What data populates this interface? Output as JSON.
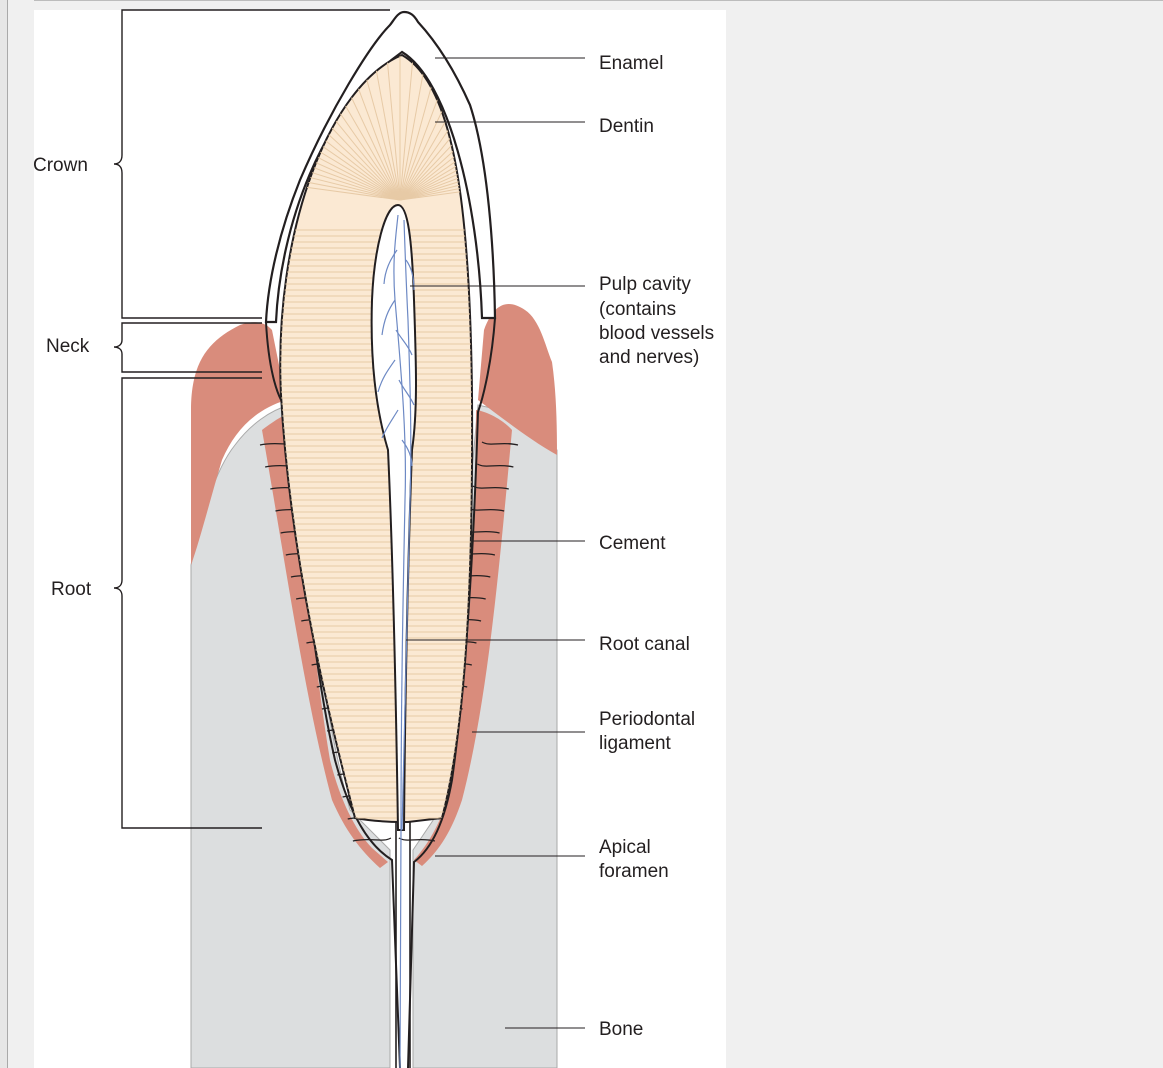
{
  "diagram": {
    "regions": {
      "crown": "Crown",
      "neck": "Neck",
      "root": "Root"
    },
    "labels": {
      "enamel": "Enamel",
      "dentin": "Dentin",
      "pulp_cavity": [
        "Pulp cavity",
        "(contains",
        "blood vessels",
        "and nerves)"
      ],
      "cement": "Cement",
      "root_canal": "Root canal",
      "periodontal_ligament": [
        "Periodontal",
        "ligament"
      ],
      "apical_foramen": [
        "Apical",
        "foramen"
      ],
      "bone": "Bone"
    },
    "colors": {
      "dentin": "#fbe9d3",
      "gum": "#d98c7c",
      "bone": "#dcdedf",
      "vessels": "#6d89c4",
      "outline": "#231f20"
    }
  }
}
